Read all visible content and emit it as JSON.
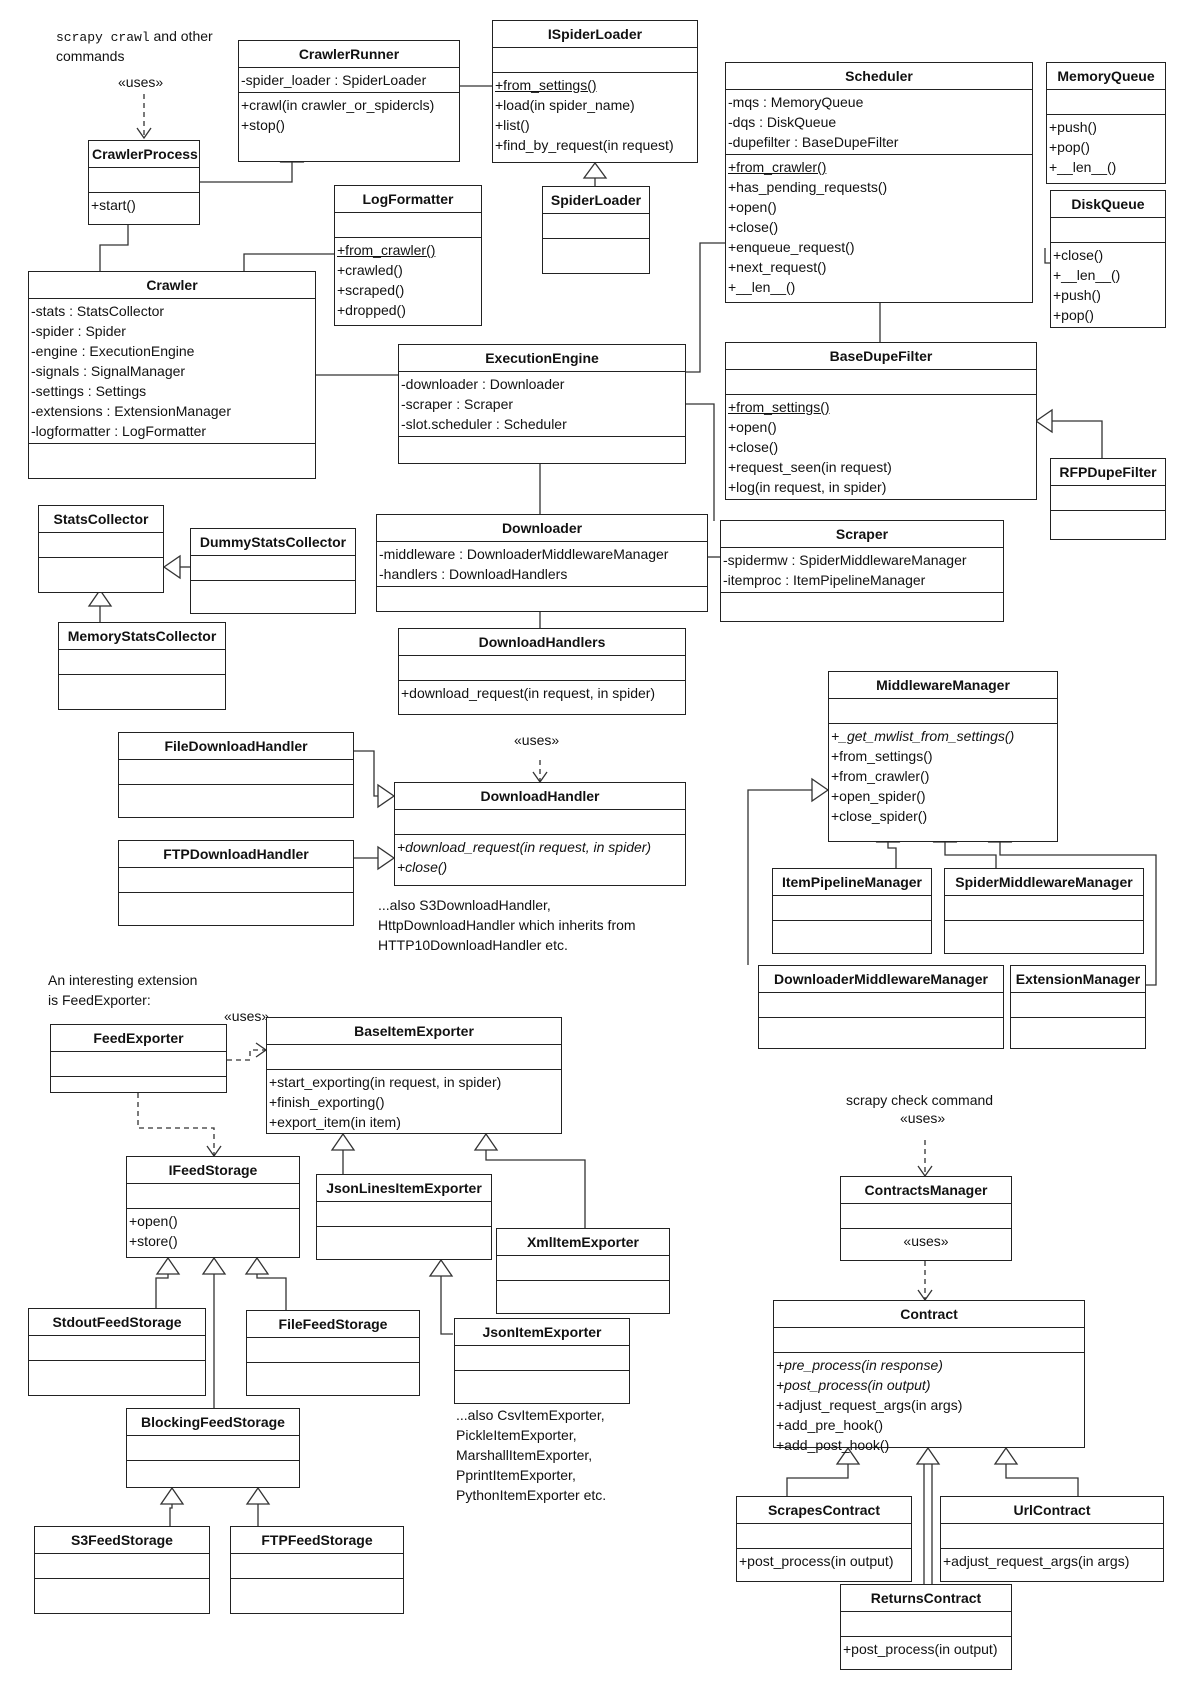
{
  "notes": {
    "crawl_cmd_mono": "scrapy crawl",
    "crawl_cmd_rest": " and other",
    "crawl_cmd_line2": "commands",
    "download_handlers_l1": "...also S3DownloadHandler,",
    "download_handlers_l2": "HttpDownloadHandler which inherits from",
    "download_handlers_l3": "HTTP10DownloadHandler etc.",
    "extension_l1": "An interesting extension",
    "extension_l2": "is FeedExporter:",
    "exporters_l1": "...also CsvItemExporter,",
    "exporters_l2": "PickleItemExporter,",
    "exporters_l3": "MarshallItemExporter,",
    "exporters_l4": "PprintItemExporter,",
    "exporters_l5": "PythonItemExporter etc.",
    "check_cmd": "scrapy check command",
    "uses": "«uses»"
  },
  "classes": {
    "crawlerrunner": {
      "name": "CrawlerRunner",
      "attrs": [
        "-spider_loader : SpiderLoader"
      ],
      "ops": [
        "+crawl(in crawler_or_spidercls)",
        "+stop()"
      ]
    },
    "ispiderloader": {
      "name": "ISpiderLoader",
      "attrs": [],
      "ops": [
        "+from_settings()",
        "+load(in spider_name)",
        "+list()",
        "+find_by_request(in request)"
      ]
    },
    "scheduler": {
      "name": "Scheduler",
      "attrs": [
        "-mqs : MemoryQueue",
        "-dqs : DiskQueue",
        "-dupefilter : BaseDupeFilter"
      ],
      "ops": [
        "+from_crawler()",
        "+has_pending_requests()",
        "+open()",
        "+close()",
        "+enqueue_request()",
        "+next_request()",
        "+__len__()"
      ]
    },
    "memoryqueue": {
      "name": "MemoryQueue",
      "attrs": [],
      "ops": [
        "+push()",
        "+pop()",
        "+__len__()"
      ]
    },
    "diskqueue": {
      "name": "DiskQueue",
      "attrs": [],
      "ops": [
        "+close()",
        "+__len__()",
        "+push()",
        "+pop()"
      ]
    },
    "crawlerprocess": {
      "name": "CrawlerProcess",
      "attrs": [],
      "ops": [
        "+start()"
      ]
    },
    "spiderloader": {
      "name": "SpiderLoader",
      "attrs": [],
      "ops": []
    },
    "logformatter": {
      "name": "LogFormatter",
      "attrs": [],
      "ops": [
        "+from_crawler()",
        "+crawled()",
        "+scraped()",
        "+dropped()"
      ]
    },
    "crawler": {
      "name": "Crawler",
      "attrs": [
        "-stats : StatsCollector",
        "-spider : Spider",
        "-engine : ExecutionEngine",
        "-signals : SignalManager",
        "-settings : Settings",
        "-extensions : ExtensionManager",
        "-logformatter : LogFormatter"
      ],
      "ops": []
    },
    "executionengine": {
      "name": "ExecutionEngine",
      "attrs": [
        "-downloader : Downloader",
        "-scraper  : Scraper",
        "-slot.scheduler : Scheduler"
      ],
      "ops": []
    },
    "basedupefilter": {
      "name": "BaseDupeFilter",
      "attrs": [],
      "ops": [
        "+from_settings()",
        "+open()",
        "+close()",
        "+request_seen(in request)",
        "+log(in request, in spider)"
      ]
    },
    "rfpdupefilter": {
      "name": "RFPDupeFilter",
      "attrs": [],
      "ops": []
    },
    "statscollector": {
      "name": "StatsCollector",
      "attrs": [],
      "ops": []
    },
    "dummystatscollector": {
      "name": "DummyStatsCollector",
      "attrs": [],
      "ops": []
    },
    "memorystatscollector": {
      "name": "MemoryStatsCollector",
      "attrs": [],
      "ops": []
    },
    "downloader": {
      "name": "Downloader",
      "attrs": [
        "-middleware : DownloaderMiddlewareManager",
        "-handlers : DownloadHandlers"
      ],
      "ops": []
    },
    "scraper": {
      "name": "Scraper",
      "attrs": [
        "-spidermw : SpiderMiddlewareManager",
        "-itemproc : ItemPipelineManager"
      ],
      "ops": []
    },
    "downloadhandlers": {
      "name": "DownloadHandlers",
      "attrs": [],
      "ops": [
        "+download_request(in request, in spider)"
      ]
    },
    "middlewaremanager": {
      "name": "MiddlewareManager",
      "attrs": [],
      "ops": [
        "+_get_mwlist_from_settings()",
        "+from_settings()",
        "+from_crawler()",
        "+open_spider()",
        "+close_spider()"
      ]
    },
    "filedownloadhandler": {
      "name": "FileDownloadHandler",
      "attrs": [],
      "ops": []
    },
    "downloadhandler": {
      "name": "DownloadHandler",
      "attrs": [],
      "ops": [
        "+download_request(in request, in spider)",
        "+close()"
      ]
    },
    "ftpdownloadhandler": {
      "name": "FTPDownloadHandler",
      "attrs": [],
      "ops": []
    },
    "itempipelinemanager": {
      "name": "ItemPipelineManager",
      "attrs": [],
      "ops": []
    },
    "spidermiddlewaremanager": {
      "name": "SpiderMiddlewareManager",
      "attrs": [],
      "ops": []
    },
    "downloadermiddlewaremanager": {
      "name": "DownloaderMiddlewareManager",
      "attrs": [],
      "ops": []
    },
    "extensionmanager": {
      "name": "ExtensionManager",
      "attrs": [],
      "ops": []
    },
    "feedexporter": {
      "name": "FeedExporter",
      "attrs": [],
      "ops": []
    },
    "baseitemexporter": {
      "name": "BaseItemExporter",
      "attrs": [],
      "ops": [
        "+start_exporting(in request, in spider)",
        "+finish_exporting()",
        "+export_item(in item)"
      ]
    },
    "ifeedstorage": {
      "name": "IFeedStorage",
      "attrs": [],
      "ops": [
        "+open()",
        "+store()"
      ]
    },
    "jsonlinesitemexporter": {
      "name": "JsonLinesItemExporter",
      "attrs": [],
      "ops": []
    },
    "xmlitemexporter": {
      "name": "XmlItemExporter",
      "attrs": [],
      "ops": []
    },
    "jsonitemexporter": {
      "name": "JsonItemExporter",
      "attrs": [],
      "ops": []
    },
    "stdoutfeedstorage": {
      "name": "StdoutFeedStorage",
      "attrs": [],
      "ops": []
    },
    "filefeedstorage": {
      "name": "FileFeedStorage",
      "attrs": [],
      "ops": []
    },
    "blockingfeedstorage": {
      "name": "BlockingFeedStorage",
      "attrs": [],
      "ops": []
    },
    "s3feedstorage": {
      "name": "S3FeedStorage",
      "attrs": [],
      "ops": []
    },
    "ftpfeedstorage": {
      "name": "FTPFeedStorage",
      "attrs": [],
      "ops": []
    },
    "contractsmanager": {
      "name": "ContractsManager",
      "attrs": [],
      "ops": [
        "«uses»"
      ]
    },
    "contract": {
      "name": "Contract",
      "attrs": [],
      "ops": [
        "+pre_process(in response)",
        "+post_process(in output)",
        "+adjust_request_args(in args)",
        "+add_pre_hook()",
        "+add_post_hook()"
      ]
    },
    "scrapescontract": {
      "name": "ScrapesContract",
      "attrs": [],
      "ops": [
        "+post_process(in output)"
      ]
    },
    "urlcontract": {
      "name": "UrlContract",
      "attrs": [],
      "ops": [
        "+adjust_request_args(in args)"
      ]
    },
    "returnscontract": {
      "name": "ReturnsContract",
      "attrs": [],
      "ops": [
        "+post_process(in output)"
      ]
    }
  }
}
